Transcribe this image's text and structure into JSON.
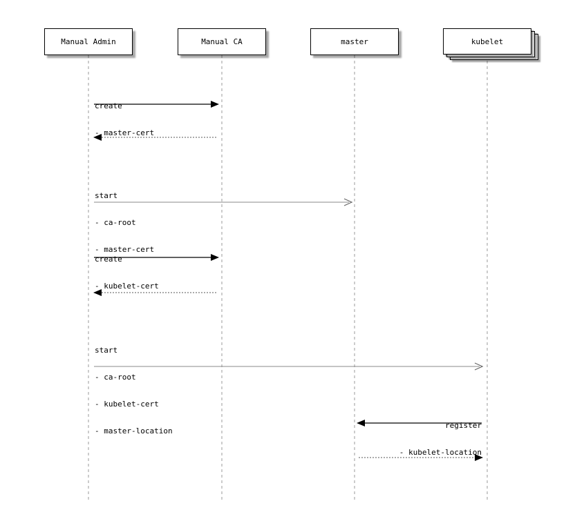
{
  "diagram": {
    "kind": "sequence-diagram",
    "background": "#ffffff",
    "colors": {
      "box_border": "#000000",
      "box_fill": "#ffffff",
      "shadow": "#aaaaaa",
      "lifeline": "#999999",
      "sync_line": "#2b2b2b",
      "async_line": "#888888",
      "return_line": "#555555",
      "text": "#000000"
    },
    "actors": [
      {
        "name": "Manual Admin",
        "multi_instance": false
      },
      {
        "name": "Manual CA",
        "multi_instance": false
      },
      {
        "name": "master",
        "multi_instance": false
      },
      {
        "name": "kubelet",
        "multi_instance": true
      }
    ],
    "messages": [
      {
        "from": "Manual Admin",
        "to": "Manual CA",
        "line": "solid",
        "head": "filled",
        "lines": [
          "create",
          "- master-cert"
        ]
      },
      {
        "from": "Manual CA",
        "to": "Manual Admin",
        "line": "dotted",
        "head": "filled",
        "lines": []
      },
      {
        "from": "Manual Admin",
        "to": "master",
        "line": "solid",
        "head": "open",
        "lines": [
          "start",
          "- ca-root",
          "- master-cert"
        ]
      },
      {
        "from": "Manual Admin",
        "to": "Manual CA",
        "line": "solid",
        "head": "filled",
        "lines": [
          "create",
          "- kubelet-cert"
        ]
      },
      {
        "from": "Manual CA",
        "to": "Manual Admin",
        "line": "dotted",
        "head": "filled",
        "lines": []
      },
      {
        "from": "Manual Admin",
        "to": "kubelet",
        "line": "solid",
        "head": "open",
        "lines": [
          "start",
          "- ca-root",
          "- kubelet-cert",
          "- master-location"
        ]
      },
      {
        "from": "kubelet",
        "to": "master",
        "line": "solid",
        "head": "filled",
        "lines": [
          "register",
          "- kubelet-location"
        ]
      },
      {
        "from": "master",
        "to": "kubelet",
        "line": "dotted",
        "head": "filled",
        "lines": []
      }
    ]
  }
}
